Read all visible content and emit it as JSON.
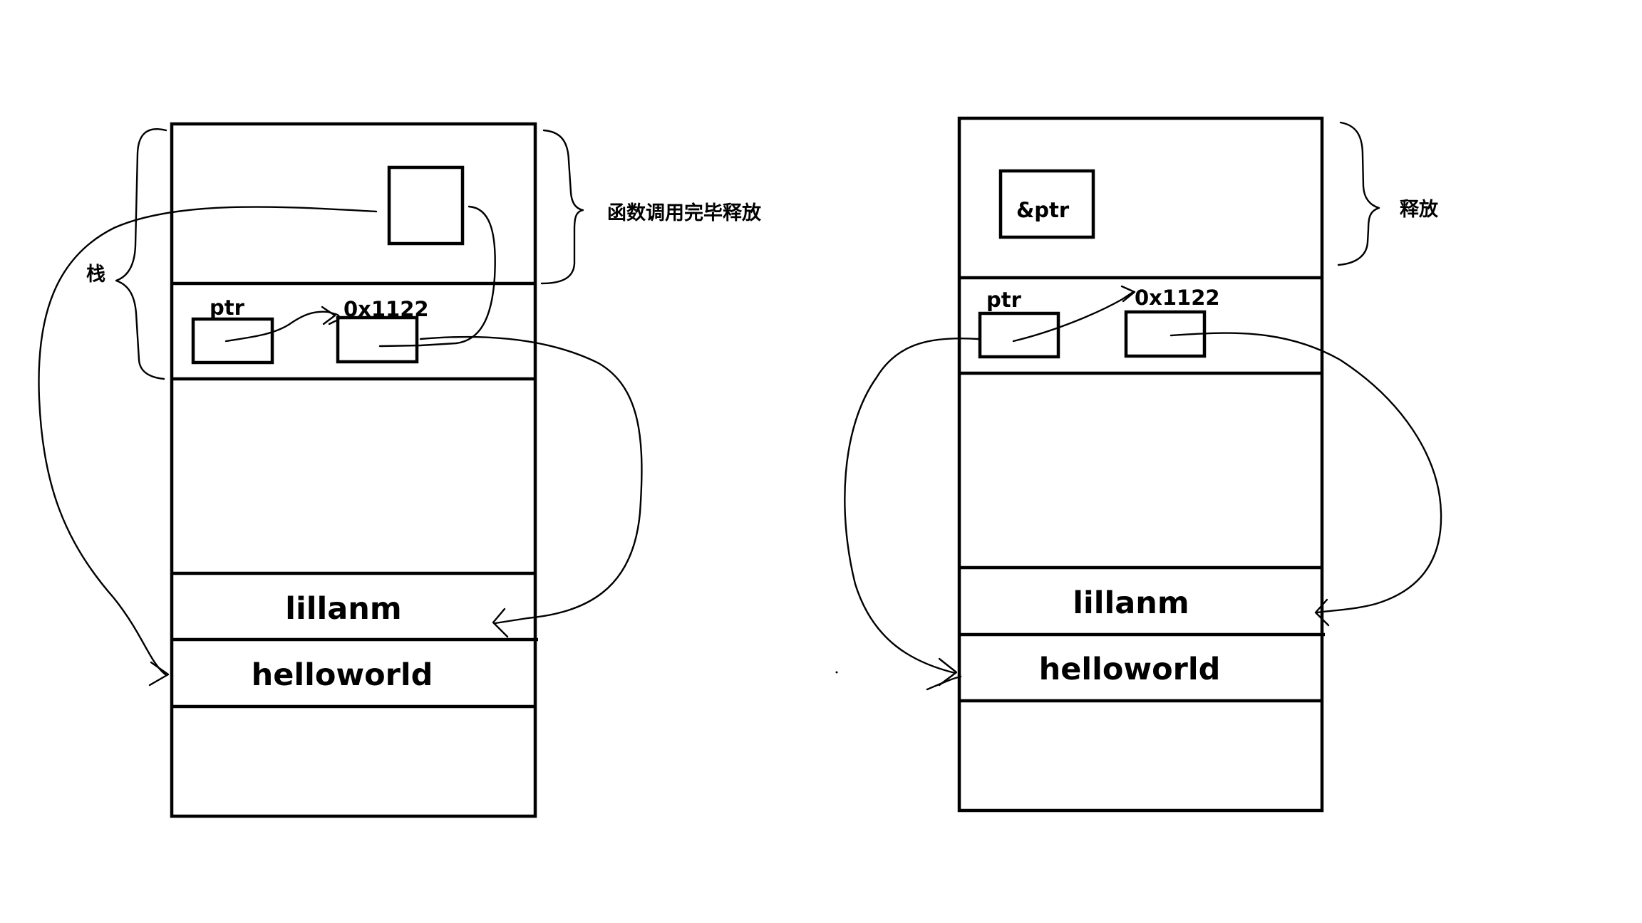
{
  "left_panel": {
    "stack_label": "栈",
    "brace_label": "函数调用完毕释放",
    "ptr_label": "ptr",
    "addr_label": "0x1122",
    "string_1": "lillanm",
    "string_2": "helloworld"
  },
  "right_panel": {
    "brace_label": "释放",
    "ref_box_label": "&ptr",
    "ptr_label": "ptr",
    "addr_label": "0x1122",
    "string_1": "lillanm",
    "string_2": "helloworld"
  }
}
